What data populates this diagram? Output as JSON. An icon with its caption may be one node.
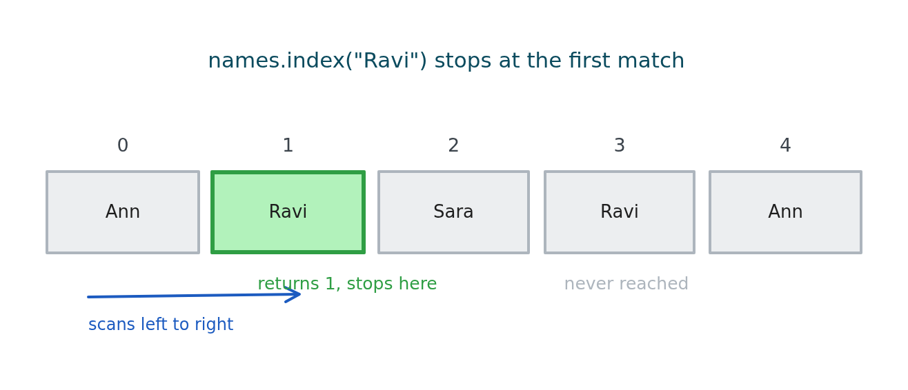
{
  "diagram": {
    "title": "names.index(\"Ravi\") stops at the first match",
    "nodes": [
      {
        "text": [
          "Ann"
        ],
        "beside": [
          "0"
        ]
      },
      {
        "text": [
          "Ravi"
        ],
        "beside": [
          "1",
          "returns 1, stops here"
        ]
      },
      {
        "text": [
          "Sara"
        ],
        "beside": [
          "2"
        ]
      },
      {
        "text": [
          "Ravi"
        ],
        "beside": [
          "3",
          "never reached"
        ]
      },
      {
        "text": [
          "Ann"
        ],
        "beside": [
          "4"
        ]
      }
    ],
    "labels": [
      "scans left to right"
    ]
  }
}
